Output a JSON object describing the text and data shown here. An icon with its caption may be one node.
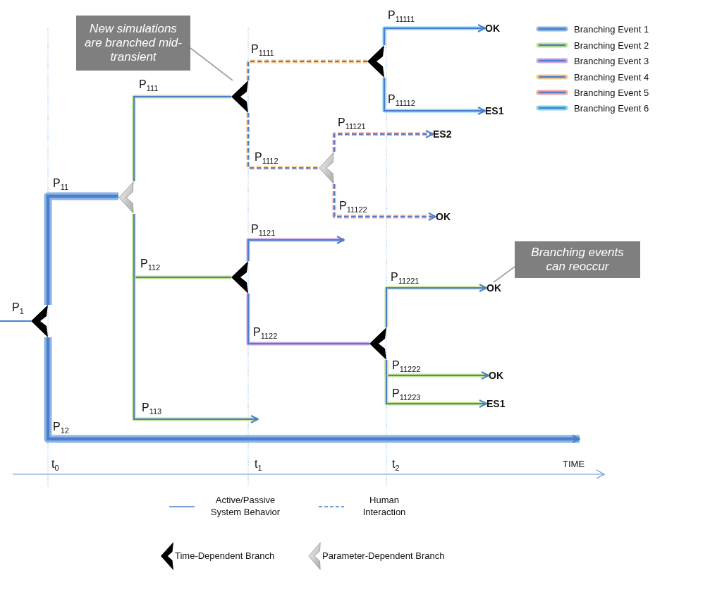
{
  "diagram": {
    "nodes": [
      {
        "text": [],
        "shape": "chevron"
      },
      {
        "text": [],
        "shape": "chevron"
      },
      {
        "text": [],
        "shape": "chevron"
      },
      {
        "text": [],
        "shape": "chevron"
      },
      {
        "text": [],
        "shape": "chevron"
      },
      {
        "text": [],
        "shape": "chevron"
      },
      {
        "text": [],
        "shape": "chevron"
      },
      {
        "text": [
          "OK"
        ]
      },
      {
        "text": [
          "ES1"
        ]
      },
      {
        "text": [
          "ES2"
        ]
      },
      {
        "text": [
          "OK"
        ]
      },
      {
        "text": [
          "OK"
        ]
      },
      {
        "text": [
          "OK"
        ]
      },
      {
        "text": [
          "ES1"
        ]
      },
      {
        "text": [
          "New simulations are branched mid-transient"
        ]
      },
      {
        "text": [
          "Branching events can reoccur"
        ]
      }
    ],
    "edges": [
      {
        "from": null,
        "to": 0,
        "arrow": "none",
        "label": "P$_{1}$",
        "color": "#4a7fcf"
      },
      {
        "from": 0,
        "to": 1,
        "arrow": "none",
        "label": "P$_{11}$",
        "style": "thick",
        "color": "#8db4e2"
      },
      {
        "from": 0,
        "to": null,
        "arrow": "to",
        "label": "P$_{12}$",
        "style": "thick",
        "color": "#8db4e2"
      },
      {
        "from": 1,
        "to": 2,
        "arrow": "none",
        "label": "P$_{111}$",
        "color": "#c4e38a"
      },
      {
        "from": 1,
        "to": 3,
        "arrow": "none",
        "label": "P$_{112}$",
        "color": "#c4e38a"
      },
      {
        "from": 1,
        "to": null,
        "arrow": "to",
        "label": "P$_{113}$",
        "color": "#c4e38a"
      },
      {
        "from": 2,
        "to": 4,
        "arrow": "none",
        "label": "P$_{1111}$",
        "style": "dashed",
        "color": "#f9c68a"
      },
      {
        "from": 2,
        "to": 5,
        "arrow": "none",
        "label": "P$_{1112}$",
        "style": "dashed",
        "color": "#f9c68a"
      },
      {
        "from": 3,
        "to": null,
        "arrow": "to",
        "label": "P$_{1121}$",
        "color": "#c9a6e4"
      },
      {
        "from": 3,
        "to": 6,
        "arrow": "none",
        "label": "P$_{1122}$",
        "color": "#c9a6e4"
      },
      {
        "from": 4,
        "to": 7,
        "arrow": "to",
        "label": "P$_{11111}$",
        "color": "#7fd6f7"
      },
      {
        "from": 4,
        "to": 8,
        "arrow": "to",
        "label": "P$_{11112}$",
        "color": "#7fd6f7"
      },
      {
        "from": 5,
        "to": 9,
        "arrow": "to",
        "label": "P$_{11121}$",
        "style": "dashed",
        "color": "#f4a3a3"
      },
      {
        "from": 5,
        "to": 10,
        "arrow": "to",
        "label": "P$_{11122}$",
        "style": "dashed",
        "color": "#f4a3a3"
      },
      {
        "from": 6,
        "to": 11,
        "arrow": "to",
        "label": "P$_{11221}$",
        "color": "#c4e38a"
      },
      {
        "from": 6,
        "to": 12,
        "arrow": "to",
        "label": "P$_{11222}$",
        "color": "#c4e38a"
      },
      {
        "from": 6,
        "to": 13,
        "arrow": "to",
        "label": "P$_{11223}$",
        "color": "#c4e38a"
      },
      {
        "from": 14,
        "to": 2,
        "arrow": "none",
        "color": "#a6a6a6"
      },
      {
        "from": 15,
        "to": 11,
        "arrow": "none",
        "color": "#a6a6a6"
      }
    ],
    "labels": [
      "t$_{0}$",
      "t$_{1}$",
      "t$_{2}$",
      "TIME"
    ],
    "legend": [
      {
        "text": "Branching Event 1",
        "color": "#8db4e2"
      },
      {
        "text": "Branching Event 2",
        "color": "#c4e38a"
      },
      {
        "text": "Branching Event 3",
        "color": "#c9a6e4"
      },
      {
        "text": "Branching Event 4",
        "color": "#f9c68a"
      },
      {
        "text": "Branching Event 5",
        "color": "#f4a3a3"
      },
      {
        "text": "Branching Event 6",
        "color": "#7fd6f7"
      },
      {
        "text": "Active/Passive System Behavior"
      },
      {
        "text": "Human Interaction"
      },
      {
        "text": "Time-Dependent Branch"
      },
      {
        "text": "Parameter-Dependent Branch"
      }
    ]
  }
}
